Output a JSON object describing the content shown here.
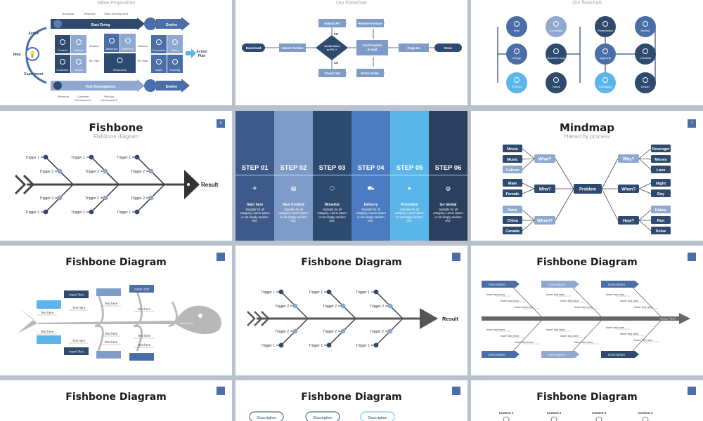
{
  "colors": {
    "navy": "#2e4a6e",
    "blue": "#4b6ea8",
    "light": "#8fa8d0",
    "sky": "#5ab5e8"
  },
  "s1": {
    "title": "Value Proposition",
    "top": [
      "Bootstrap",
      "Research",
      "Team Development"
    ],
    "arrows": [
      "Start Doing",
      "Evolve",
      "Test Assumptions",
      "Evolve"
    ],
    "side": [
      "Action",
      "Idea",
      "Experiment"
    ],
    "boxes": [
      "Product",
      "Market",
      "Customer",
      "Vehicle",
      "Revenue",
      "Evidence",
      "Resources",
      "Promotion",
      "Team",
      "Sales",
      "Funding"
    ],
    "notes": [
      "Advance",
      "Re-Think",
      "Advance",
      "Re-Think"
    ],
    "plan": [
      "Action",
      "Plan"
    ],
    "bottom": [
      "Revenue",
      "Customer",
      "Development",
      "Product",
      "Development"
    ]
  },
  "s2": {
    "title": "Our Flowchart",
    "nodes": [
      "Download",
      "Select Version",
      "Credit Card or PO ?",
      "Submit PO",
      "Receive Invoice",
      "Confirmation E-mail",
      "Register",
      "Done",
      "Check Out",
      "Enter Order"
    ],
    "labels": [
      "PO",
      "CC"
    ],
    "diamond": [
      "Credit Card",
      "or PO ?"
    ],
    "confirm": [
      "Confirmation",
      "E-mail"
    ]
  },
  "s3": {
    "title": "Our flowchart",
    "nodes": [
      "Brief",
      "Consultant",
      "Design",
      "Brainstorming",
      "Process",
      "Tweak",
      "Presentation",
      "Review",
      "Approval",
      "Checklist",
      "Packaging",
      "Deliver"
    ]
  },
  "s4": {
    "title": "Fishbone",
    "subtitle": "Fishbone diagram",
    "num": "5",
    "trigger1": "Trigger 1",
    "trigger2": "Trigger 2",
    "result": "Result"
  },
  "s5": {
    "steps": [
      {
        "label": "STEP 01",
        "title": "Start here",
        "icon": "plane-icon"
      },
      {
        "label": "STEP 02",
        "title": "New Content",
        "icon": "doc-icon"
      },
      {
        "label": "STEP 03",
        "title": "Monetize",
        "icon": "tag-icon"
      },
      {
        "label": "STEP 04",
        "title": "Delivery",
        "icon": "truck-icon"
      },
      {
        "label": "STEP 05",
        "title": "Promotion",
        "icon": "megaphone-icon"
      },
      {
        "label": "STEP 06",
        "title": "Go Global",
        "icon": "globe-icon"
      }
    ],
    "desc": [
      "Suitable for all",
      "category, Lorem",
      "Ipsum is not simply",
      "random text."
    ]
  },
  "s6": {
    "title": "Mindmap",
    "subtitle": "Hierarchy process",
    "num": "7",
    "center": "Problem",
    "questions": [
      "What?",
      "Who?",
      "Where?",
      "Why?",
      "When?",
      "How?"
    ],
    "what": [
      "Movie",
      "Music",
      "Culture"
    ],
    "who": [
      "Male",
      "Female"
    ],
    "where": [
      "Paris",
      "China",
      "Canada"
    ],
    "why": [
      "Revenger",
      "Money",
      "Love"
    ],
    "when": [
      "Night",
      "Day"
    ],
    "how": [
      "Delete",
      "Run",
      "Solve"
    ]
  },
  "s7": {
    "title": "Fishbone Diagram",
    "insert": "Insert Text",
    "text": "Text here"
  },
  "s8": {
    "title": "Fishbone Diagram",
    "trigger1": "Trigger 1",
    "trigger2": "Trigger 2",
    "result": "Result"
  },
  "s9": {
    "title": "Fishbone Diagram",
    "desc": "Description",
    "line": "Insert text here",
    "spine": "Inser Text"
  },
  "s10": {
    "title": "Fishbone Diagram"
  },
  "s11": {
    "title": "Fishbone Diagram",
    "desc": "Description"
  },
  "s12": {
    "title": "Fishbone Diagram",
    "contents": [
      "Content 1",
      "Content 2",
      "Content 3",
      "Content 4"
    ]
  }
}
